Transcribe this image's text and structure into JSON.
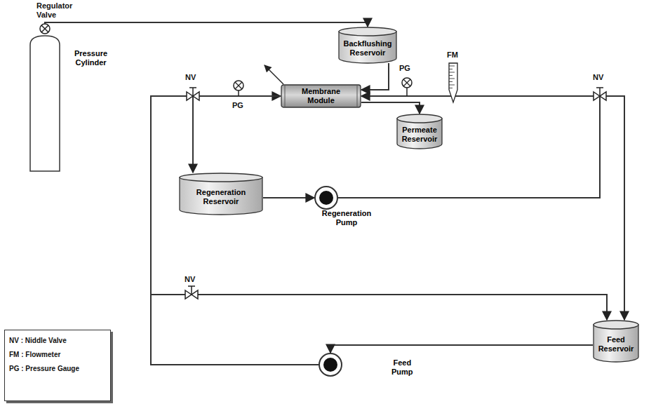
{
  "diagram": {
    "nodes": [
      {
        "text": [
          "Pressure Cylinder"
        ]
      },
      {
        "text": [
          "Backflushing Reservoir"
        ]
      },
      {
        "text": [
          "Membrane Module"
        ]
      },
      {
        "text": [
          "Permeate Reservoir"
        ]
      },
      {
        "text": [
          "Regeneration Reservoir"
        ]
      },
      {
        "text": [
          "Regeneration Pump"
        ]
      },
      {
        "text": [
          "Feed Reservoir"
        ]
      },
      {
        "text": [
          "Feed Pump"
        ]
      }
    ],
    "edges": [
      {
        "from": 0,
        "to": 1,
        "arrow": "to"
      },
      {
        "from": 1,
        "to": 2,
        "arrow": "to"
      },
      {
        "from": 2,
        "to": 3,
        "arrow": "to"
      },
      {
        "from": 6,
        "to": 7,
        "arrow": "to"
      },
      {
        "from": 7,
        "to": 2,
        "arrow": "to"
      },
      {
        "from": 2,
        "to": 6,
        "arrow": "to"
      },
      {
        "from": 2,
        "to": 4,
        "arrow": "to"
      },
      {
        "from": 4,
        "to": 5,
        "arrow": "to"
      },
      {
        "from": 5,
        "to": 2,
        "arrow": "to"
      },
      {
        "from": 7,
        "to": 6,
        "arrow": "to"
      }
    ],
    "labels": [
      "Regulator Valve",
      "NV",
      "PG",
      "FM",
      "NV",
      "PG",
      "NV",
      "NV : Niddle Valve",
      "FM : Flowmeter",
      "PG : Pressure Gauge"
    ]
  }
}
